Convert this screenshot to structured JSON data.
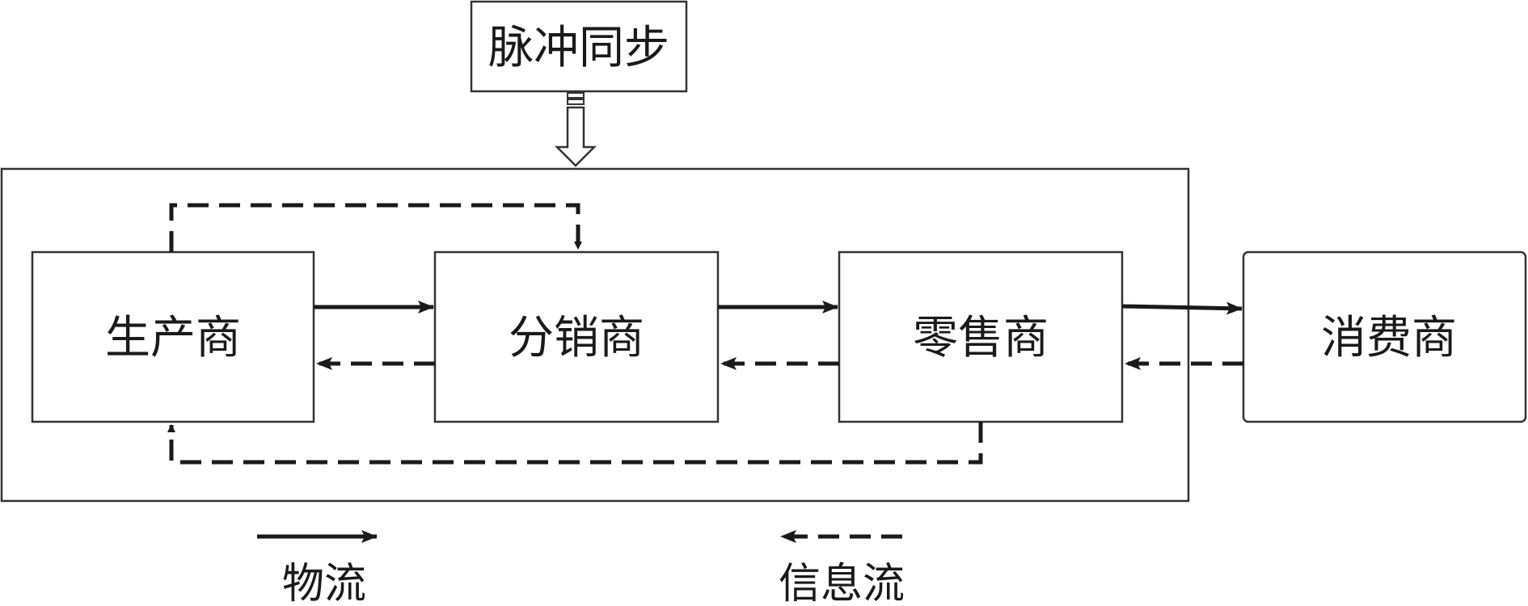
{
  "nodes": {
    "pulse_sync": "脉冲同步",
    "producer": "生产商",
    "distributor": "分销商",
    "retailer": "零售商",
    "consumer": "消费商"
  },
  "legend": {
    "material_flow": "物流",
    "information_flow": "信息流"
  },
  "edges": [
    {
      "from": "producer",
      "to": "distributor",
      "type": "material_flow"
    },
    {
      "from": "distributor",
      "to": "retailer",
      "type": "material_flow"
    },
    {
      "from": "retailer",
      "to": "consumer",
      "type": "material_flow"
    },
    {
      "from": "distributor",
      "to": "producer",
      "type": "information_flow"
    },
    {
      "from": "retailer",
      "to": "distributor",
      "type": "information_flow"
    },
    {
      "from": "consumer",
      "to": "retailer",
      "type": "information_flow"
    },
    {
      "from": "producer",
      "to": "distributor",
      "type": "information_flow",
      "route": "over-top"
    },
    {
      "from": "retailer",
      "to": "producer",
      "type": "information_flow",
      "route": "under-bottom"
    },
    {
      "from": "pulse_sync",
      "to": "supply_chain",
      "type": "hollow-arrow"
    }
  ]
}
